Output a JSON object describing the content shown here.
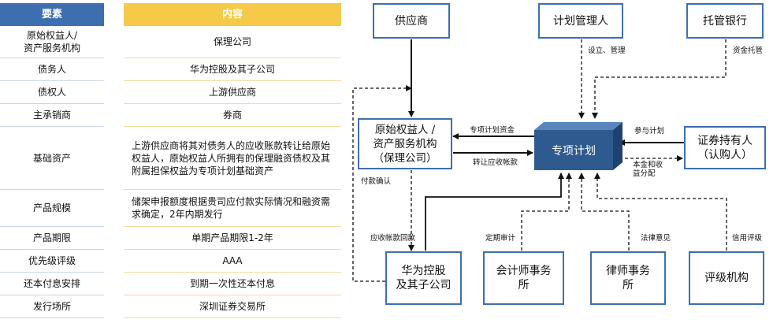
{
  "table": {
    "header_key": "要素",
    "header_value": "内容",
    "rows": [
      {
        "key": "原始权益人/\n资产服务机构",
        "value": "保理公司"
      },
      {
        "key": "债务人",
        "value": "华为控股及其子公司"
      },
      {
        "key": "债权人",
        "value": "上游供应商"
      },
      {
        "key": "主承销商",
        "value": "券商"
      },
      {
        "key": "基础资产",
        "value": "上游供应商将其对债务人的应收账款转让给原始权益人，原始权益人所拥有的保理融资债权及其附属担保权益为专项计划基础资产"
      },
      {
        "key": "产品规模",
        "value": "储架申报额度根据贵司应付款实际情况和融资需求确定，2年内期发行"
      },
      {
        "key": "产品期限",
        "value": "单期产品期限1-2年"
      },
      {
        "key": "优先级评级",
        "value": "AAA"
      },
      {
        "key": "还本付息安排",
        "value": "到期一次性还本付息"
      },
      {
        "key": "发行场所",
        "value": "深圳证券交易所"
      }
    ]
  },
  "diagram": {
    "nodes": {
      "supplier": "供应商",
      "plan_manager": "计划管理人",
      "custodian": "托管银行",
      "originator": "原始权益人 /\n资产服务机构\n（保理公司）",
      "special_plan": "专项计划",
      "holders": "证券持有人\n（认购人）",
      "huawei": "华为控股\n及其子公司",
      "accounting": "会计师事务\n所",
      "lawyer": "律师事务\n所",
      "rating": "评级机构"
    },
    "edge_labels": {
      "setup_manage": "设立、管理",
      "fund_custody": "资金托管",
      "plan_funds": "专项计划资金",
      "transfer_receivables": "转让应收帐款",
      "subscribe": "参与计划",
      "principal_income": "本金和收\n益分配",
      "payment_confirm": "付款确认",
      "receivable_repay": "应收帐款回款",
      "audit": "定期审计",
      "legal_opinion": "法律意见",
      "credit_rating": "信用评级"
    },
    "colors": {
      "box_border": "#3d6fb0",
      "plan_front": "#2f5a8f",
      "plan_top": "#5a84bd",
      "plan_side": "#1f4170",
      "header_key_bg": "#3d6fb0",
      "header_value_bg": "#f6ca48"
    }
  }
}
